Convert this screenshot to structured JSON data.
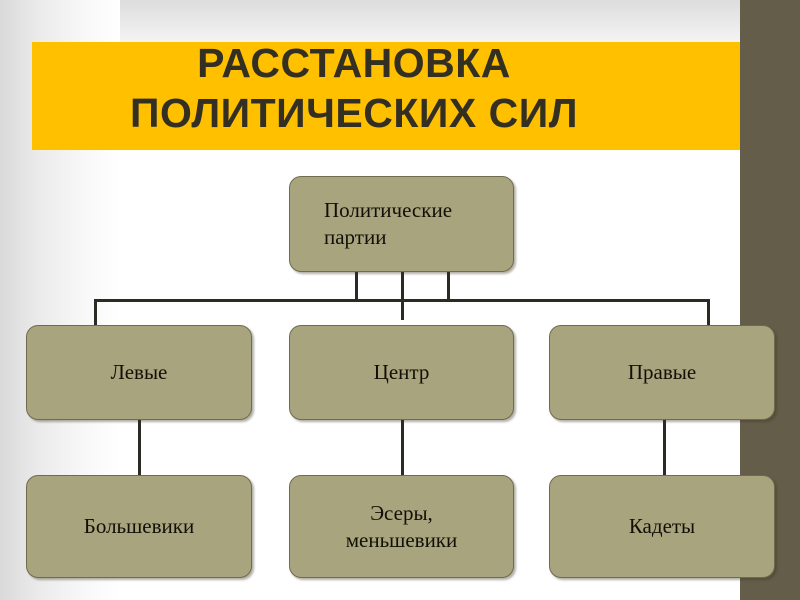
{
  "slide": {
    "title_line1": "РАССТАНОВКА",
    "title_line2": "ПОЛИТИЧЕСКИХ СИЛ",
    "title_full": "РАССТАНОВКА\nПОЛИТИЧЕСКИХ СИЛ"
  },
  "colors": {
    "banner": "#FFC000",
    "title_text": "#332F23",
    "node_fill": "#A8A47E",
    "node_border": "#6E6B4F",
    "connector": "#2B2B24",
    "side_band": "#645D49",
    "background": "#FFFFFF"
  },
  "chart_data": {
    "type": "diagram",
    "title": "РАССТАНОВКА ПОЛИТИЧЕСКИХ СИЛ",
    "orientation": "top-down",
    "nodes": [
      {
        "id": "root",
        "label": "Политические\nпартии",
        "tier": 1,
        "align": "left"
      },
      {
        "id": "left",
        "label": "Левые",
        "tier": 2,
        "align": "center"
      },
      {
        "id": "center",
        "label": "Центр",
        "tier": 2,
        "align": "center"
      },
      {
        "id": "right",
        "label": "Правые",
        "tier": 2,
        "align": "center"
      },
      {
        "id": "bolsheviki",
        "label": "Большевики",
        "tier": 3,
        "align": "center"
      },
      {
        "id": "esery",
        "label": "Эсеры,\nменьшевики",
        "tier": 3,
        "align": "center"
      },
      {
        "id": "kadety",
        "label": "Кадеты",
        "tier": 3,
        "align": "center"
      }
    ],
    "edges": [
      {
        "from": "root",
        "to": "left"
      },
      {
        "from": "root",
        "to": "center"
      },
      {
        "from": "root",
        "to": "right"
      },
      {
        "from": "left",
        "to": "bolsheviki"
      },
      {
        "from": "center",
        "to": "esery"
      },
      {
        "from": "right",
        "to": "kadety"
      }
    ]
  }
}
